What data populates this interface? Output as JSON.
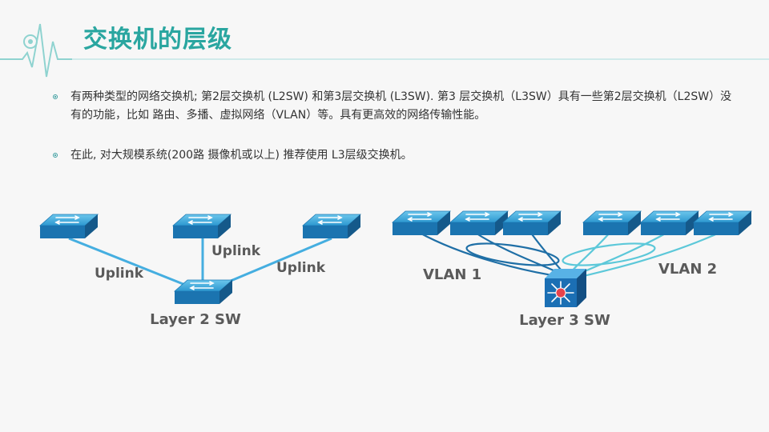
{
  "slide": {
    "title": "交换机的层级",
    "bullets": [
      "有两种类型的网络交换机; 第2层交换机 (L2SW) 和第3层交换机 (L3SW). 第3 层交换机（L3SW）具有一些第2层交换机（L2SW）没有的功能，比如 路由、多播、虚拟网络（VLAN）等。具有更高效的网络传输性能。",
      "在此, 对大规模系统(200路 摄像机或以上) 推荐使用 L3层级交换机。"
    ]
  },
  "diagram_left": {
    "uplink_labels": [
      "Uplink",
      "Uplink",
      "Uplink"
    ],
    "switch_label": "Layer 2 SW"
  },
  "diagram_right": {
    "vlan1_label": "VLAN 1",
    "vlan2_label": "VLAN 2",
    "switch_label": "Layer 3 SW"
  },
  "colors": {
    "title": "#2aa6a0",
    "decor_line": "#8fd3d0",
    "switch_top": "#3aa6d6",
    "switch_front": "#1b74b0",
    "uplink": "#45aee0",
    "vlan1": "#1f6fa6",
    "vlan2": "#5cc8d9",
    "l3_body": "#1b6fb4",
    "l3_center": "#e8434c"
  }
}
